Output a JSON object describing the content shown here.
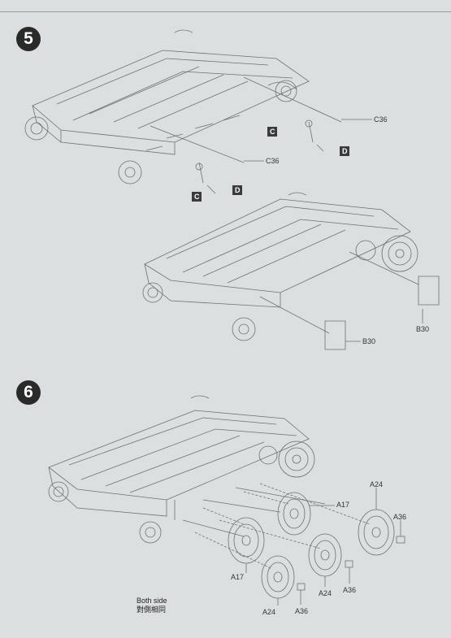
{
  "steps": [
    {
      "number": "5"
    },
    {
      "number": "6"
    }
  ],
  "step5": {
    "labels": {
      "c36_top": "C36",
      "c36_mid": "C36",
      "c_top": "C",
      "d_top": "D",
      "c_bottom": "C",
      "d_bottom": "D",
      "b30_right": "B30",
      "b30_bottom": "B30"
    }
  },
  "step6": {
    "labels": {
      "a17_right": "A17",
      "a17_left": "A17",
      "a24_right": "A24",
      "a24_center": "A24",
      "a24_left": "A24",
      "a36_right": "A36",
      "a36_center": "A36",
      "a36_left": "A36"
    },
    "note": {
      "line1": "Both side",
      "line2": "對側相同"
    }
  },
  "colors": {
    "paper": "#dcdfe0",
    "ink": "#3b3b3b",
    "line": "#6d7173"
  }
}
